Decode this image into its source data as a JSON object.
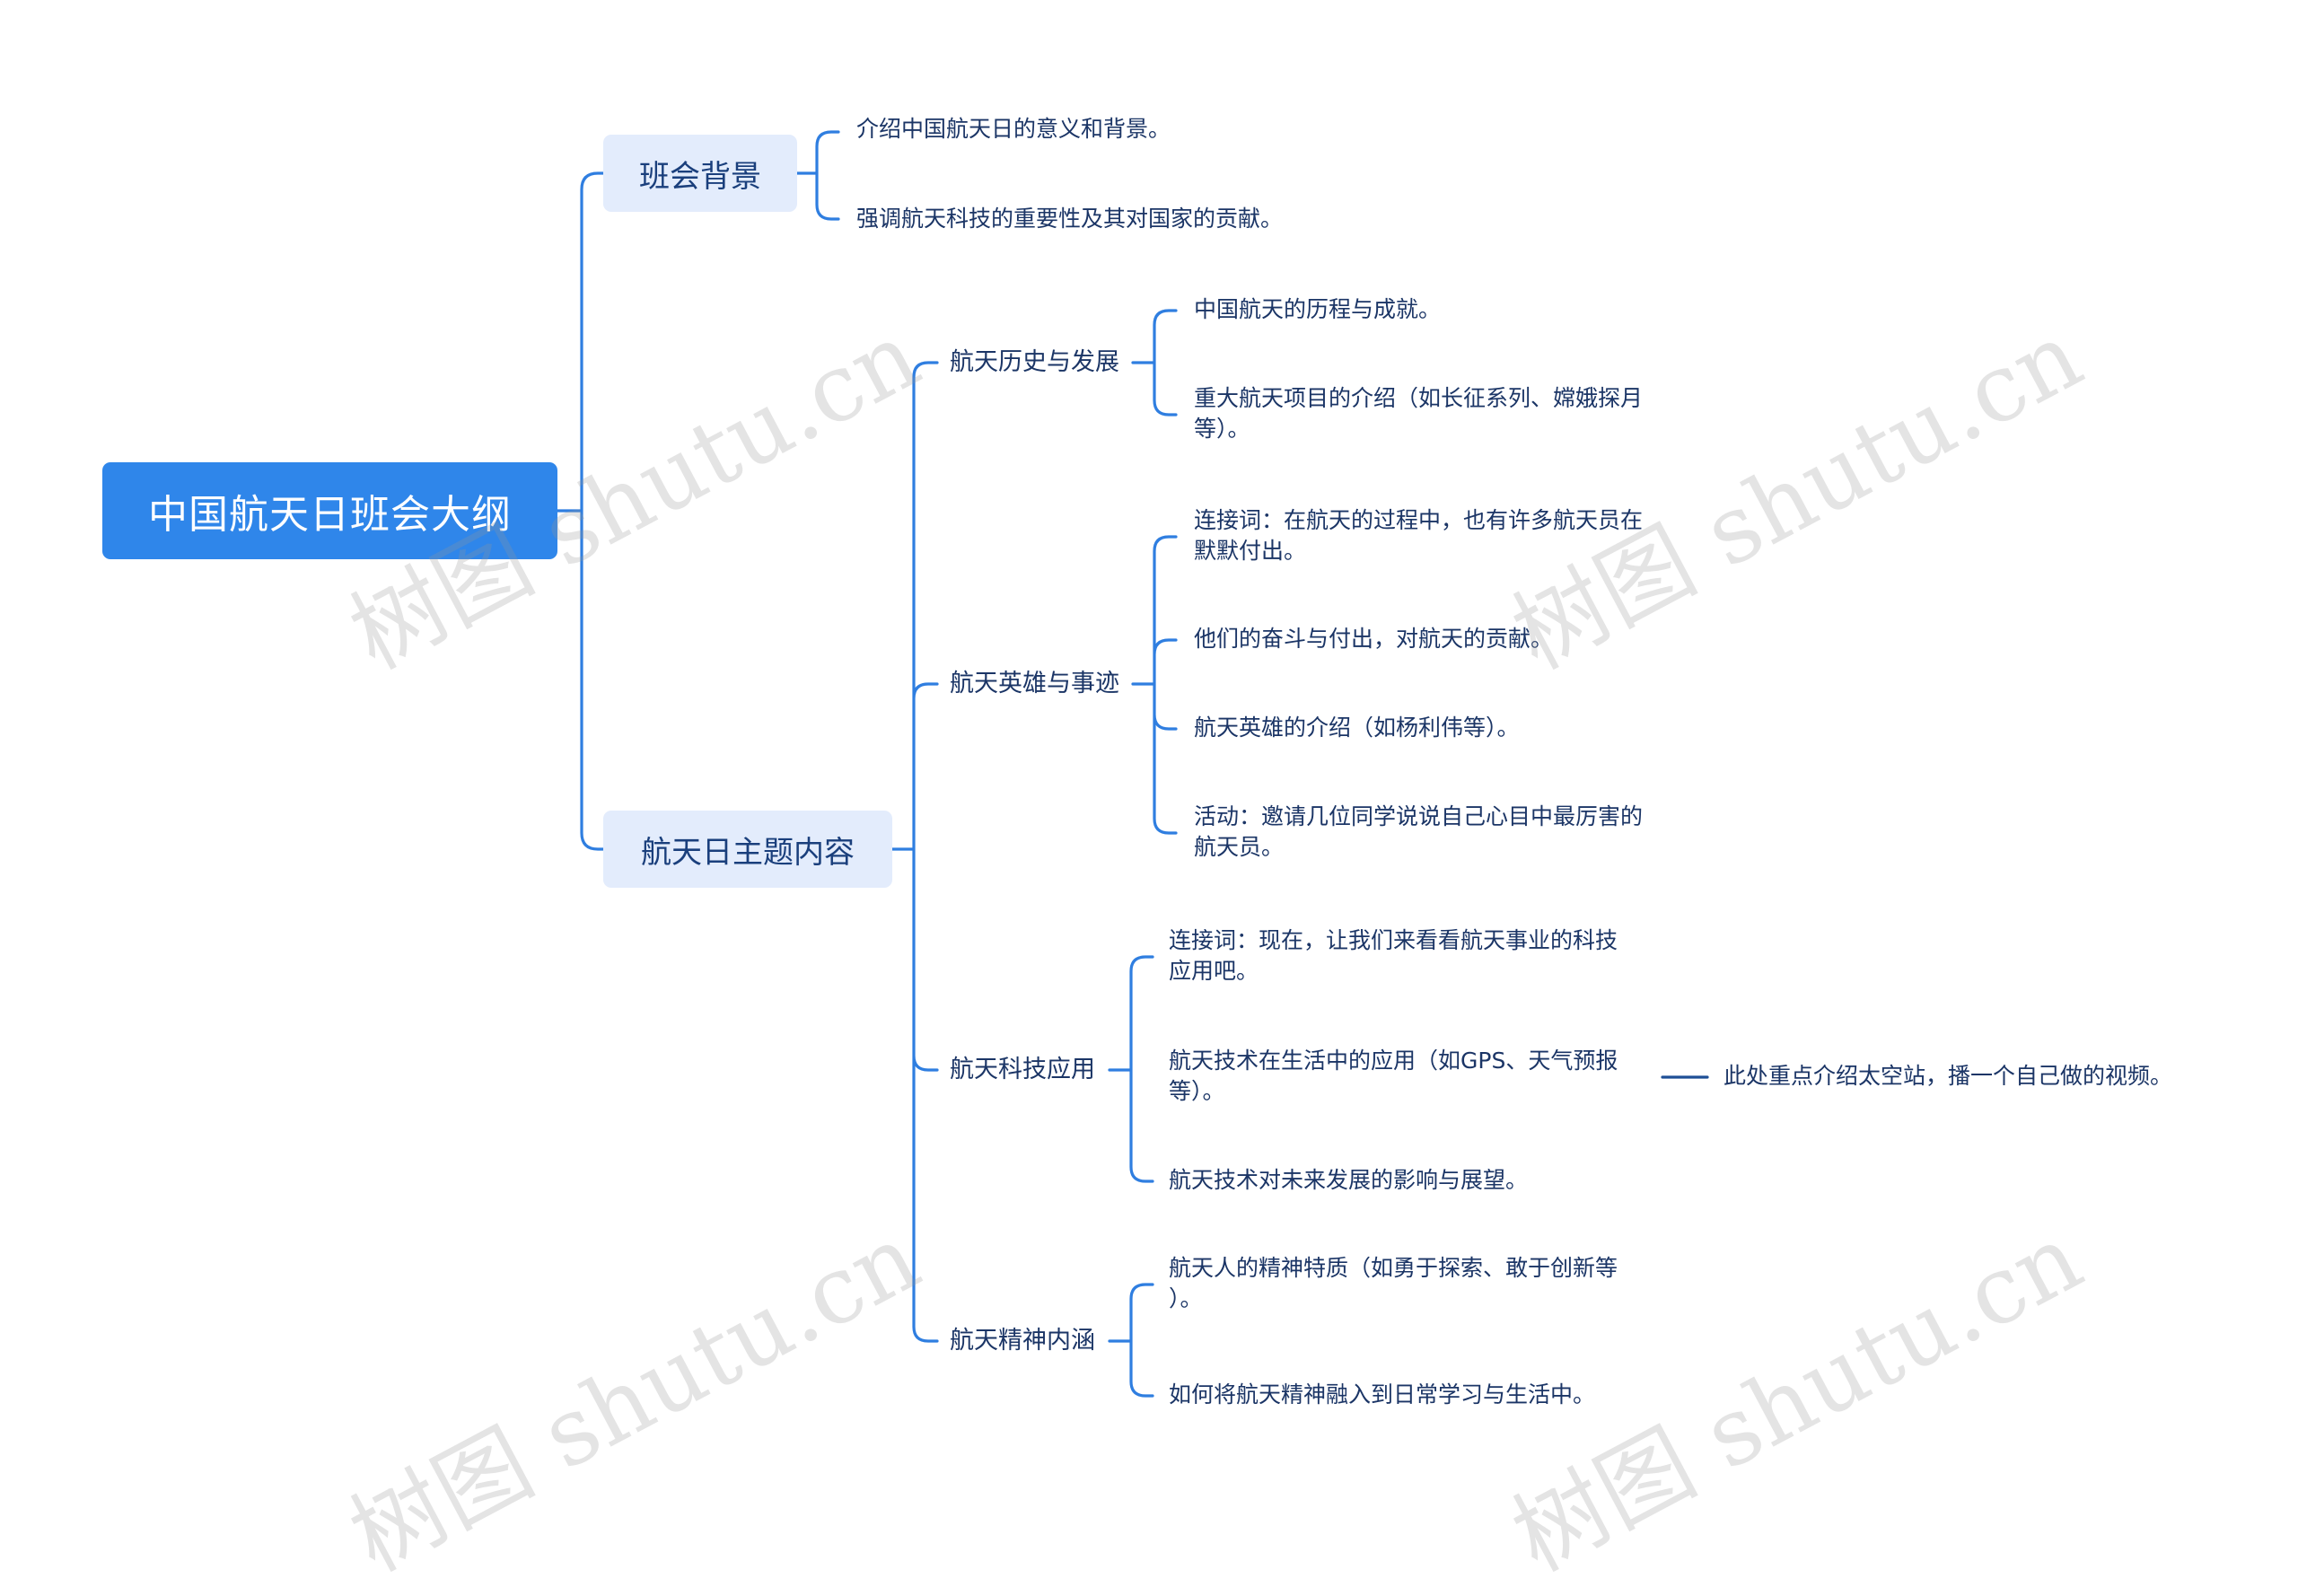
{
  "watermark": "树图 shutu.cn",
  "root": {
    "label": "中国航天日班会大纲"
  },
  "background": {
    "label": "班会背景",
    "items": [
      "介绍中国航天日的意义和背景。",
      "强调航天科技的重要性及其对国家的贡献。"
    ]
  },
  "theme": {
    "label": "航天日主题内容",
    "history": {
      "label": "航天历史与发展",
      "items": [
        "中国航天的历程与成就。",
        "重大航天项目的介绍（如长征系列、嫦娥探月",
        "等）。"
      ]
    },
    "heroes": {
      "label": "航天英雄与事迹",
      "items": [
        "连接词：在航天的过程中，也有许多航天员在",
        "默默付出。",
        "他们的奋斗与付出，对航天的贡献。",
        "航天英雄的介绍（如杨利伟等）。",
        "活动：邀请几位同学说说自己心目中最厉害的",
        "航天员。"
      ]
    },
    "tech": {
      "label": "航天科技应用",
      "items": [
        "连接词：现在，让我们来看看航天事业的科技",
        "应用吧。",
        "航天技术在生活中的应用（如GPS、天气预报",
        "等）。",
        "航天技术对未来发展的影响与展望。"
      ],
      "note": "此处重点介绍太空站，播一个自己做的视频。"
    },
    "spirit": {
      "label": "航天精神内涵",
      "items": [
        "航天人的精神特质（如勇于探索、敢于创新等",
        "）。",
        "如何将航天精神融入到日常学习与生活中。"
      ]
    }
  },
  "colors": {
    "accent": "#2f86ea",
    "line": "#2f7ee0",
    "note_line": "#1e4f96",
    "l1_bg": "#e3ecfc",
    "text": "#1b3566"
  }
}
